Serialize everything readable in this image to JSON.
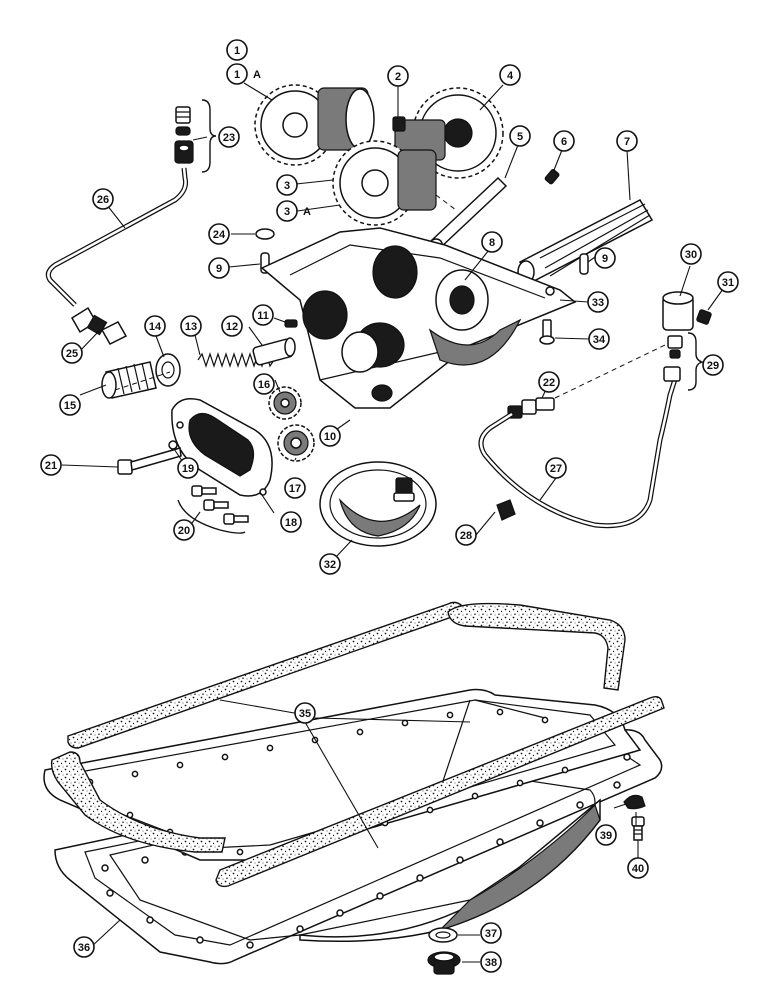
{
  "diagram": {
    "callouts": [
      {
        "id": "c1",
        "label": "1"
      },
      {
        "id": "c1a",
        "label": "1",
        "suffix": "A"
      },
      {
        "id": "c2",
        "label": "2"
      },
      {
        "id": "c3",
        "label": "3"
      },
      {
        "id": "c3a",
        "label": "3",
        "suffix": "A"
      },
      {
        "id": "c4",
        "label": "4"
      },
      {
        "id": "c5",
        "label": "5"
      },
      {
        "id": "c6",
        "label": "6"
      },
      {
        "id": "c7",
        "label": "7"
      },
      {
        "id": "c8",
        "label": "8"
      },
      {
        "id": "c9a",
        "label": "9"
      },
      {
        "id": "c9b",
        "label": "9"
      },
      {
        "id": "c10",
        "label": "10"
      },
      {
        "id": "c11",
        "label": "11"
      },
      {
        "id": "c12",
        "label": "12"
      },
      {
        "id": "c13",
        "label": "13"
      },
      {
        "id": "c14",
        "label": "14"
      },
      {
        "id": "c15",
        "label": "15"
      },
      {
        "id": "c16",
        "label": "16"
      },
      {
        "id": "c17",
        "label": "17"
      },
      {
        "id": "c18",
        "label": "18"
      },
      {
        "id": "c19",
        "label": "19"
      },
      {
        "id": "c20",
        "label": "20"
      },
      {
        "id": "c21",
        "label": "21"
      },
      {
        "id": "c22",
        "label": "22"
      },
      {
        "id": "c23",
        "label": "23"
      },
      {
        "id": "c24",
        "label": "24"
      },
      {
        "id": "c25",
        "label": "25"
      },
      {
        "id": "c26",
        "label": "26"
      },
      {
        "id": "c27",
        "label": "27"
      },
      {
        "id": "c28",
        "label": "28"
      },
      {
        "id": "c29",
        "label": "29"
      },
      {
        "id": "c30",
        "label": "30"
      },
      {
        "id": "c31",
        "label": "31"
      },
      {
        "id": "c32",
        "label": "32"
      },
      {
        "id": "c33",
        "label": "33"
      },
      {
        "id": "c34",
        "label": "34"
      },
      {
        "id": "c35",
        "label": "35"
      },
      {
        "id": "c36",
        "label": "36"
      },
      {
        "id": "c37",
        "label": "37"
      },
      {
        "id": "c38",
        "label": "38"
      },
      {
        "id": "c39",
        "label": "39"
      },
      {
        "id": "c40",
        "label": "40"
      }
    ]
  }
}
